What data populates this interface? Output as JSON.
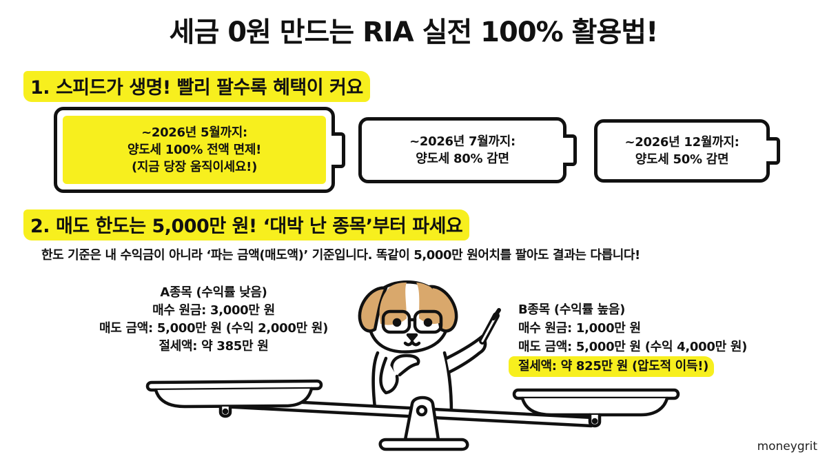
{
  "title": "세금 0원 만드는 RIA 실전 100% 활용법!",
  "section1": {
    "heading": "1. 스피드가 생명! 빨리 팔수록 혜택이 커요",
    "batteries": [
      {
        "line1": "~2026년 5월까지:",
        "line2": "양도세 100% 전액 면제!",
        "line3": "(지금 당장 움직이세요!)",
        "highlighted": true
      },
      {
        "line1": "~2026년 7월까지:",
        "line2": "양도세 80% 감면",
        "highlighted": false
      },
      {
        "line1": "~2026년 12월까지:",
        "line2": "양도세 50% 감면",
        "highlighted": false
      }
    ]
  },
  "section2": {
    "heading": "2. 매도 한도는 5,000만 원! ‘대박 난 종목’부터 파세요",
    "description": "한도 기준은 내 수익금이 아니라 ‘파는 금액(매도액)’ 기준입니다. 똑같이 5,000만 원어치를 팔아도 결과는 다릅니다!",
    "stock_a": {
      "name": "A종목 (수익률 낮음)",
      "purchase": "매수 원금: 3,000만 원",
      "sale": "매도 금액: 5,000만 원 (수익 2,000만 원)",
      "saving": "절세액: 약 385만 원"
    },
    "stock_b": {
      "name": "B종목 (수익률 높음)",
      "purchase": "매수 원금: 1,000만 원",
      "sale": "매도 금액: 5,000만 원 (수익 4,000만 원)",
      "saving": "절세액: 약 825만 원 (압도적 이득!)"
    }
  },
  "illustration": {
    "character": "dog-with-glasses-holding-marker",
    "object": "balance-scale"
  },
  "watermark": "moneygrit",
  "colors": {
    "highlight": "#f7ef1e",
    "ink": "#111111",
    "dog_fur": "#d9a86c",
    "background": "#ffffff"
  }
}
